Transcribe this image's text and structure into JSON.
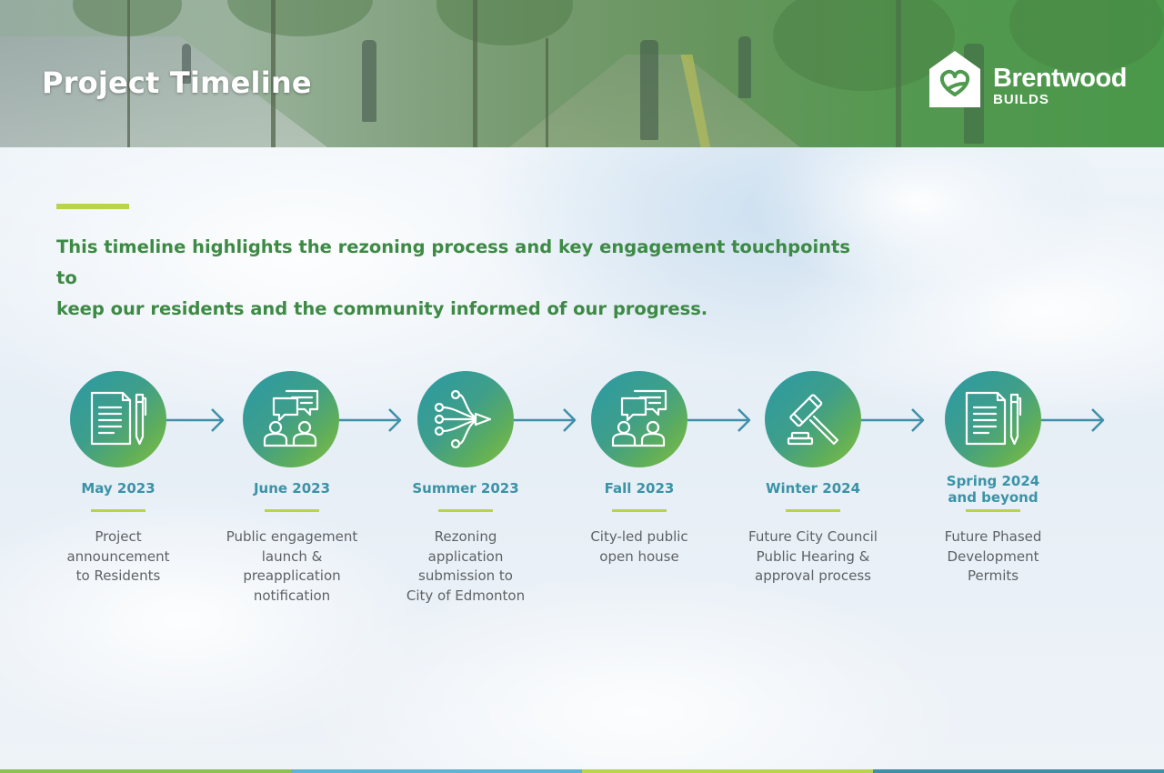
{
  "header": {
    "title": "Project Timeline",
    "logo": {
      "name": "Brentwood",
      "sub": "BUILDS"
    }
  },
  "intro": {
    "line1": "This timeline highlights the rezoning process and key engagement touchpoints to",
    "line2": "keep our residents and the community informed of our progress."
  },
  "timeline": [
    {
      "icon": "document-pen-icon",
      "date": "May 2023",
      "desc": [
        "Project",
        "announcement",
        "to Residents"
      ]
    },
    {
      "icon": "people-discussion-icon",
      "date": "June 2023",
      "desc": [
        "Public engagement",
        "launch &",
        "preapplication",
        "notification"
      ]
    },
    {
      "icon": "converging-arrows-icon",
      "date": "Summer 2023",
      "desc": [
        "Rezoning",
        "application",
        "submission to",
        "City of Edmonton"
      ]
    },
    {
      "icon": "people-discussion-icon",
      "date": "Fall 2023",
      "desc": [
        "City-led public",
        "open house"
      ]
    },
    {
      "icon": "gavel-icon",
      "date": "Winter 2024",
      "desc": [
        "Future City Council",
        "Public Hearing &",
        "approval process"
      ]
    },
    {
      "icon": "document-pen-icon",
      "date": [
        "Spring 2024",
        "and beyond"
      ],
      "desc": [
        "Future Phased",
        "Development",
        "Permits"
      ]
    }
  ],
  "colors": {
    "title_green": "#3d8a45",
    "accent_lime": "#b9d34a",
    "date_teal": "#3a93a6",
    "body_gray": "#5e6265",
    "arrow": "#3f8fa8"
  }
}
